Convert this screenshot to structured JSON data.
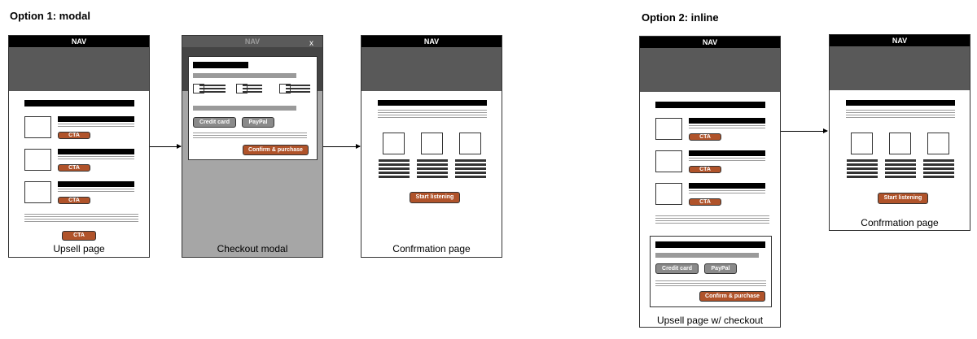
{
  "option1": {
    "heading": "Option 1: modal"
  },
  "option2": {
    "heading": "Option 2: inline"
  },
  "screens": {
    "upsell": {
      "nav": "NAV",
      "cta": "CTA",
      "caption": "Upsell page"
    },
    "checkout_modal": {
      "nav": "NAV",
      "close": "x",
      "credit_card": "Credit card",
      "paypal": "PayPal",
      "confirm": "Confirm & purchase",
      "caption": "Checkout modal"
    },
    "confirmation1": {
      "nav": "NAV",
      "start": "Start listening",
      "caption": "Confrmation page"
    },
    "upsell_inline": {
      "nav": "NAV",
      "cta": "CTA",
      "credit_card": "Credit card",
      "paypal": "PayPal",
      "confirm": "Confirm & purchase",
      "caption": "Upsell page w/ checkout"
    },
    "confirmation2": {
      "nav": "NAV",
      "start": "Start listening",
      "caption": "Confrmation page"
    }
  },
  "colors": {
    "cta": "#b0532a",
    "hero": "#595959",
    "nav": "#000000",
    "overlay": "#a6a6a6",
    "payment_button": "#8a8a8a"
  }
}
